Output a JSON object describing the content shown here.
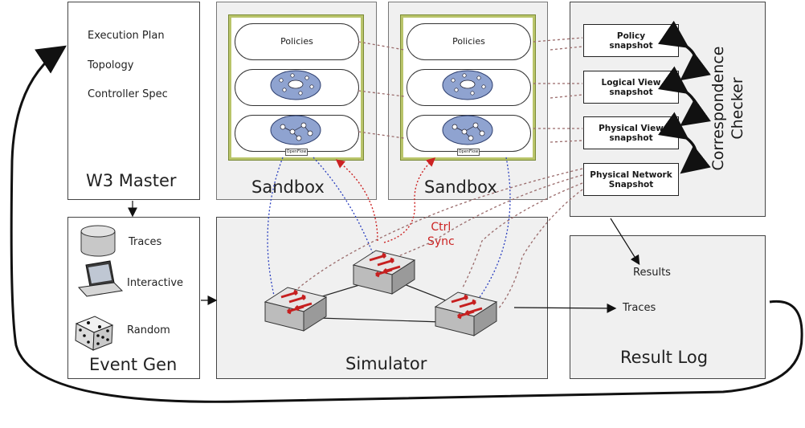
{
  "w3_master": {
    "items": [
      "Execution Plan",
      "Topology",
      "Controller Spec"
    ],
    "title": "W3 Master"
  },
  "sandbox1": {
    "title": "Sandbox",
    "policies": "Policies",
    "openflow": "OpenFlow"
  },
  "sandbox2": {
    "title": "Sandbox",
    "policies": "Policies",
    "openflow": "OpenFlow"
  },
  "checker": {
    "title_line1": "Correspondence",
    "title_line2": "Checker",
    "snapshots": [
      {
        "line1": "Policy",
        "line2": "snapshot"
      },
      {
        "line1": "Logical View",
        "line2": "snapshot"
      },
      {
        "line1": "Physical View",
        "line2": "snapshot"
      },
      {
        "line1": "Physical Network",
        "line2": "Snapshot"
      }
    ]
  },
  "event_gen": {
    "items": [
      "Traces",
      "Interactive",
      "Random"
    ],
    "title": "Event Gen"
  },
  "simulator": {
    "title": "Simulator",
    "ctrl_line1": "Ctrl",
    "ctrl_line2": "Sync",
    "ctrl_color": "#cc2222"
  },
  "result_log": {
    "results": "Results",
    "traces": "Traces",
    "title": "Result Log"
  },
  "colors": {
    "panel_grey": "#f0f0f0",
    "sandbox_border": "#b9c46a",
    "cloud_fill": "#8fa3d0",
    "link_brown": "#9a6b6b",
    "link_blue": "#2a3fbf",
    "link_red": "#cc2222"
  }
}
